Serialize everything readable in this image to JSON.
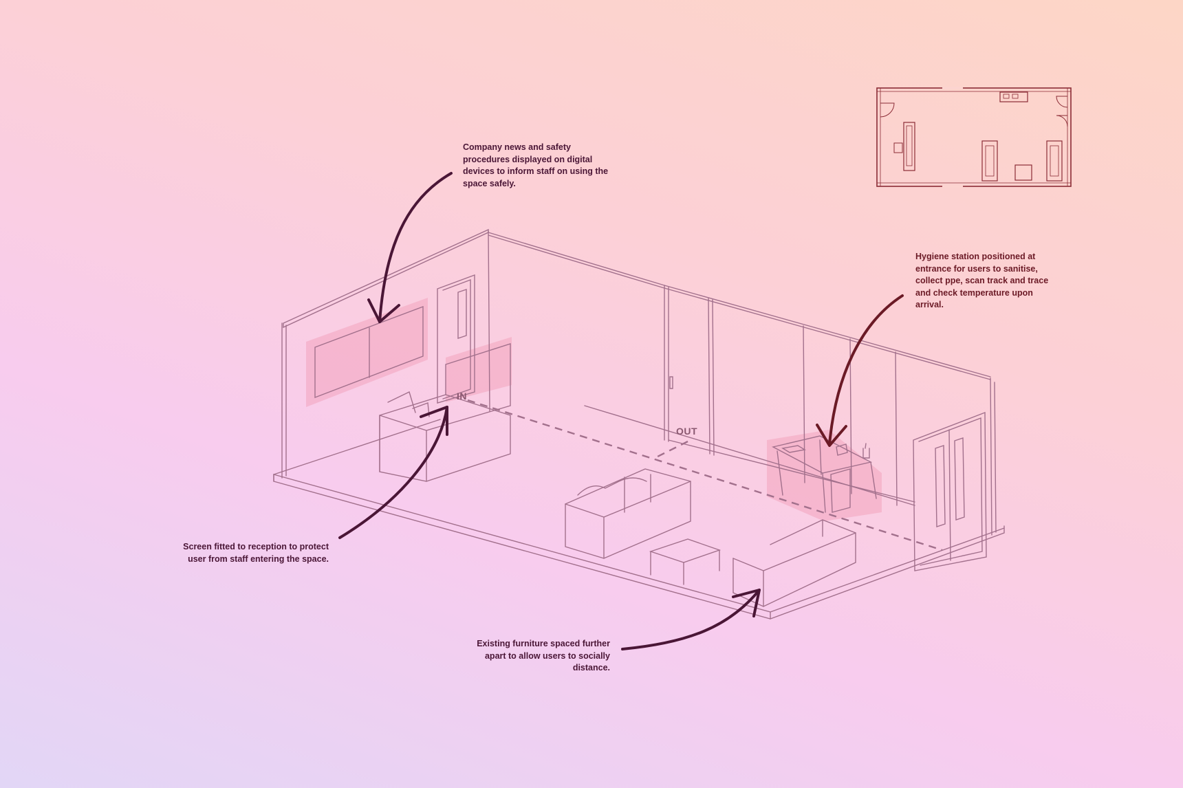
{
  "annotations": {
    "news": "Company news and safety\nprocedures displayed on digital\ndevices to inform staff on using the\nspace safely.",
    "hygiene": "Hygiene station positioned at\nentrance for users to sanitise,\ncollect ppe, scan track and trace\nand check temperature upon\narrival.",
    "screen": "Screen fitted to reception to protect\nuser from staff entering the space.",
    "furniture": "Existing furniture spaced further\napart to allow users to socially\ndistance."
  },
  "flow_labels": {
    "in": "IN",
    "out": "OUT"
  },
  "colors": {
    "sketch_line": "#a2708c",
    "arrow_dark": "#4a1636",
    "arrow_red": "#6b1a26",
    "highlight": "#f2a4be",
    "floor_plan": "#8a2b35"
  }
}
